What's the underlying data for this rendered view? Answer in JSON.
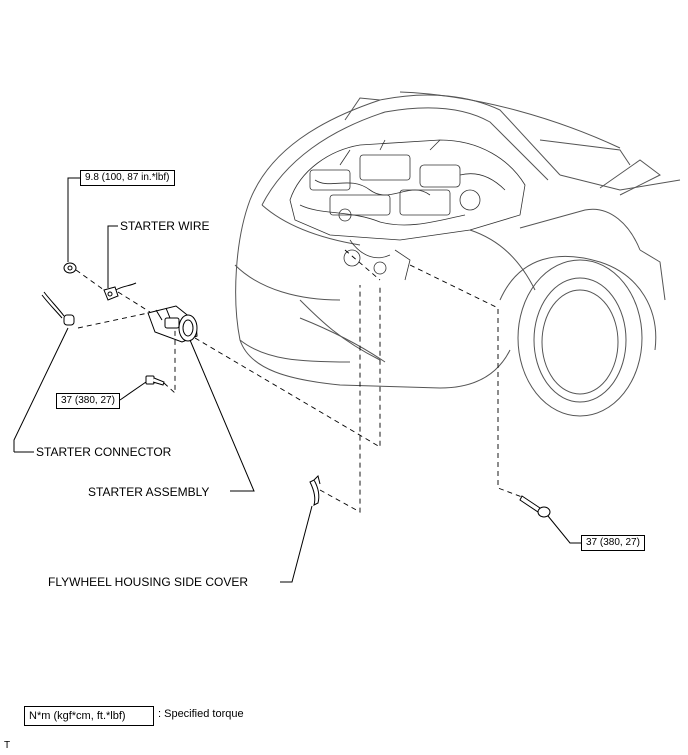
{
  "labels": {
    "starter_wire": "STARTER WIRE",
    "starter_connector": "STARTER CONNECTOR",
    "starter_assembly": "STARTER ASSEMBLY",
    "flywheel_cover": "FLYWHEEL HOUSING SIDE COVER"
  },
  "torques": {
    "nut_wire": "9.8 (100, 87 in.*lbf)",
    "bolt_left": "37 (380, 27)",
    "bolt_right": "37 (380, 27)"
  },
  "legend": {
    "unit": "N*m (kgf*cm, ft.*lbf)",
    "meaning": ": Specified torque"
  },
  "corner_mark": "T"
}
